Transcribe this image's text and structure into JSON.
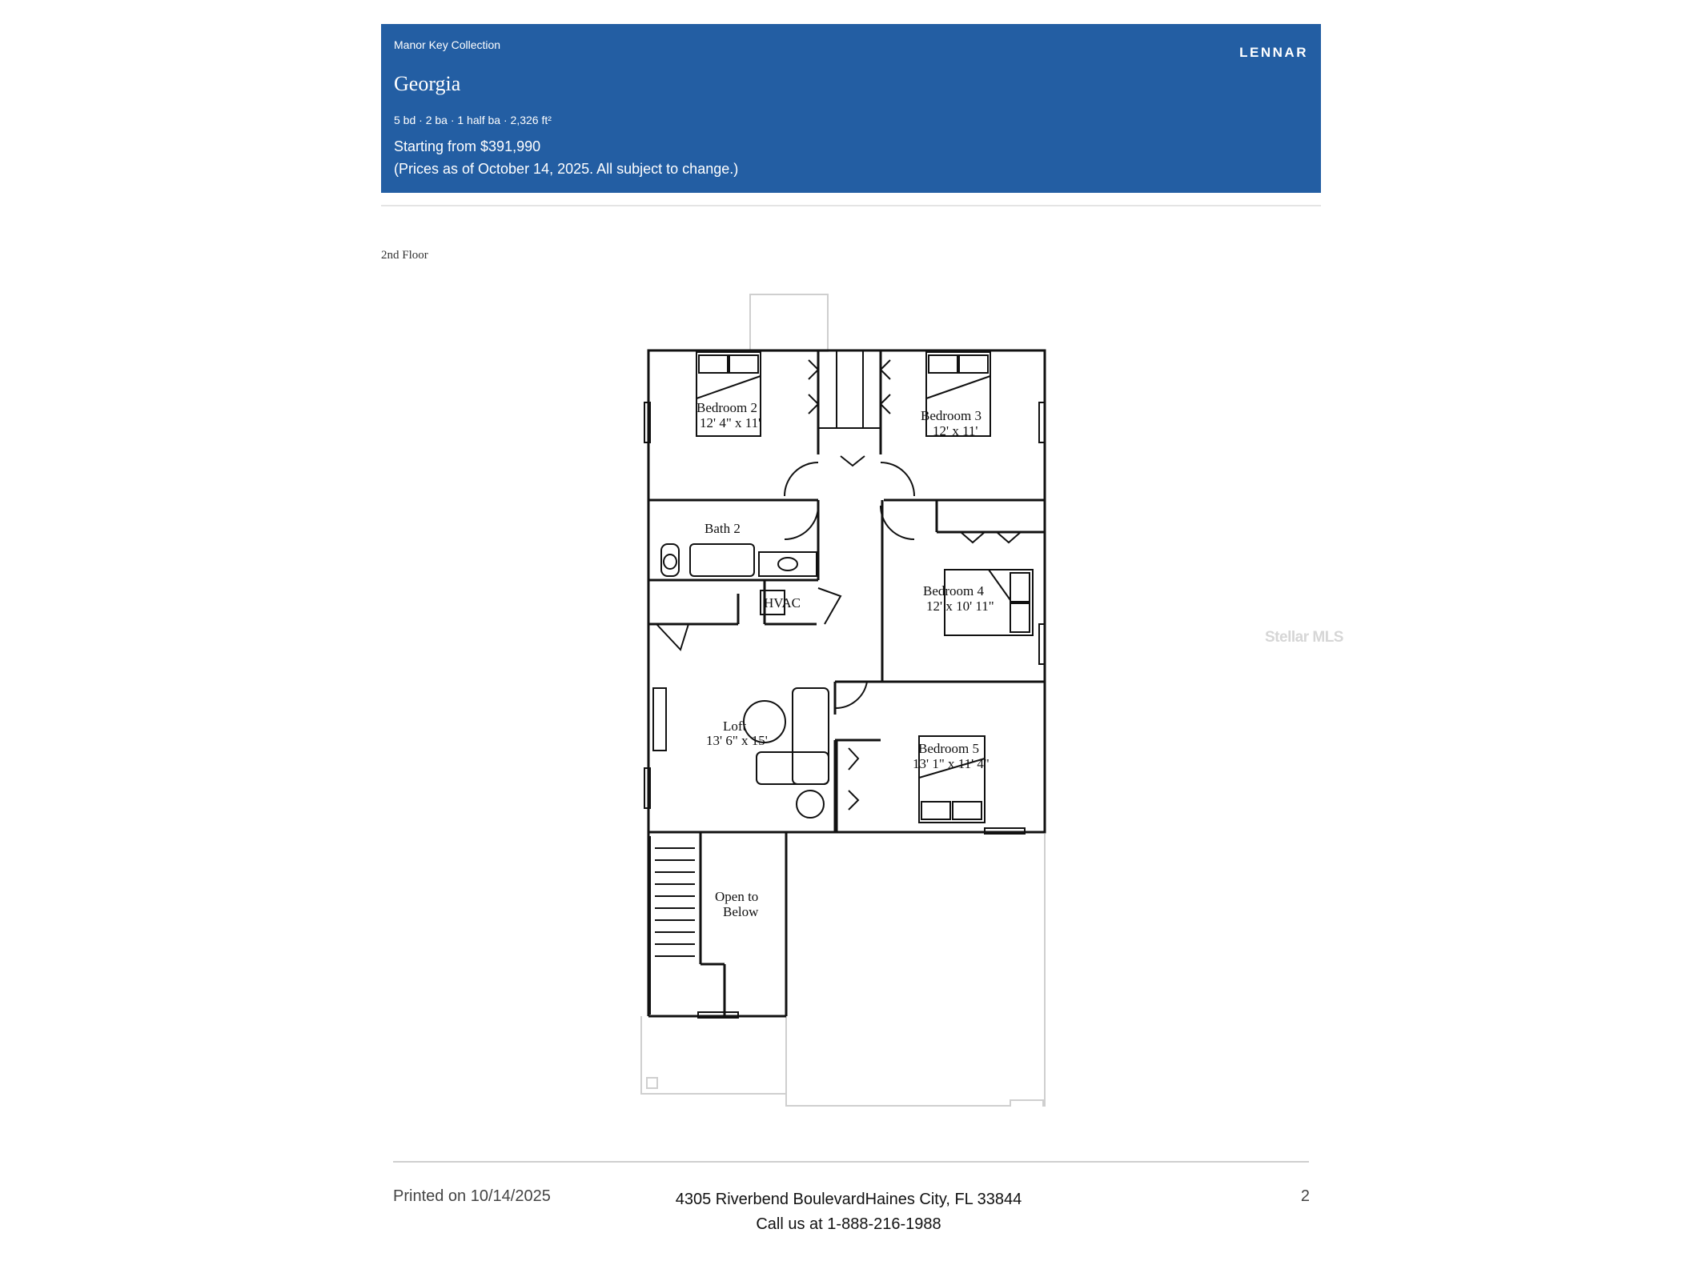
{
  "header": {
    "collection": "Manor Key Collection",
    "brand": "LENNAR",
    "plan_name": "Georgia",
    "specs": "5 bd · 2 ba · 1 half ba · 2,326 ft²",
    "price": "Starting from $391,990",
    "price_note": "(Prices as of October 14, 2025. All subject to change.)",
    "accent_color": "#235ea3"
  },
  "floor_label": "2nd Floor",
  "rooms": {
    "bedroom2": {
      "name": "Bedroom 2",
      "size": "12' 4\" x 11'"
    },
    "bedroom3": {
      "name": "Bedroom 3",
      "size": "12' x 11'"
    },
    "bath2": {
      "name": "Bath 2"
    },
    "hvac": {
      "name": "HVAC"
    },
    "bedroom4": {
      "name": "Bedroom 4",
      "size": "12' x 10' 11\""
    },
    "loft": {
      "name": "Loft",
      "size": "13' 6\" x 15'"
    },
    "bedroom5": {
      "name": "Bedroom 5",
      "size": "13' 1\" x 11' 4\""
    },
    "open_below": {
      "line1": "Open to",
      "line2": "Below"
    }
  },
  "watermark": "Stellar MLS",
  "footer": {
    "printed": "Printed on 10/14/2025",
    "address": "4305 Riverbend BoulevardHaines City, FL 33844",
    "phone": "Call us at 1-888-216-1988",
    "page": "2"
  }
}
